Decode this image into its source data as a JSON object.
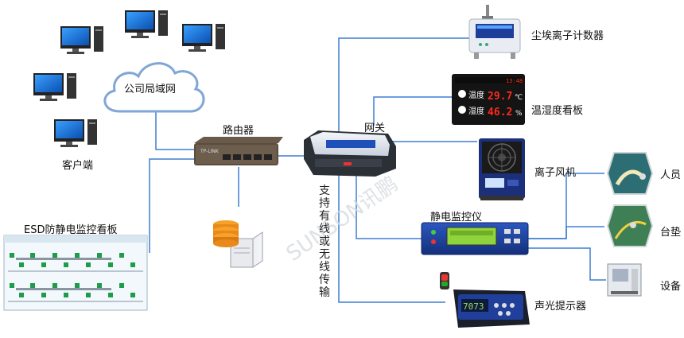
{
  "labels": {
    "lan": "公司局域网",
    "client": "客户端",
    "router": "路由器",
    "gateway": "网关",
    "esd_board": "ESD防静电监控看板",
    "dust_counter": "尘埃离子计数器",
    "th_board": "温湿度看板",
    "ion_fan": "离子风机",
    "esd_monitor": "静电监控仪",
    "alarm": "声光提示器",
    "person": "人员",
    "mat": "台垫",
    "equipment": "设备",
    "transmission": "支持有线或无线传输",
    "watermark": "SUNSON讯鹏",
    "router_brand": "TP-LINK"
  },
  "th_display": {
    "temp_label": "温度",
    "temp_value": "29.7",
    "temp_unit": "℃",
    "hum_label": "湿度",
    "hum_value": "46.2",
    "hum_unit": "%",
    "time": "13:48"
  },
  "alarm_display": {
    "value": "7073"
  },
  "colors": {
    "line": "#3f7fd0",
    "cloud_stroke": "#7fa6d6",
    "led_red": "#ff2a1a",
    "device_blue": "#1c3f9c",
    "lcd_green": "#9fe04a"
  }
}
